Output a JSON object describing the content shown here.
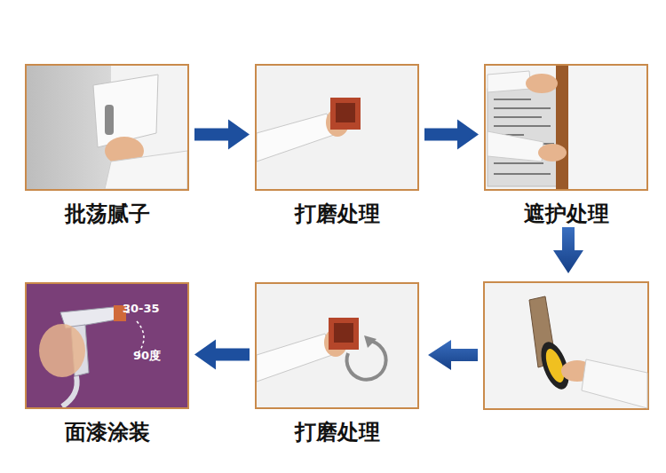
{
  "diagram": {
    "nodes": [
      {
        "text": [
          "批荡腻子"
        ]
      },
      {
        "text": [
          "打磨处理"
        ]
      },
      {
        "text": [
          "遮护处理"
        ]
      },
      {
        "text": [
          "打磨处理"
        ]
      },
      {
        "text": [
          "面漆涂装"
        ]
      }
    ],
    "edges": [
      {
        "from": 0,
        "to": 1,
        "arrow": "to"
      },
      {
        "from": 1,
        "to": 2,
        "arrow": "to"
      },
      {
        "from": 3,
        "to": 4,
        "arrow": "to"
      }
    ],
    "labels": [
      "30-35",
      "90度"
    ]
  }
}
